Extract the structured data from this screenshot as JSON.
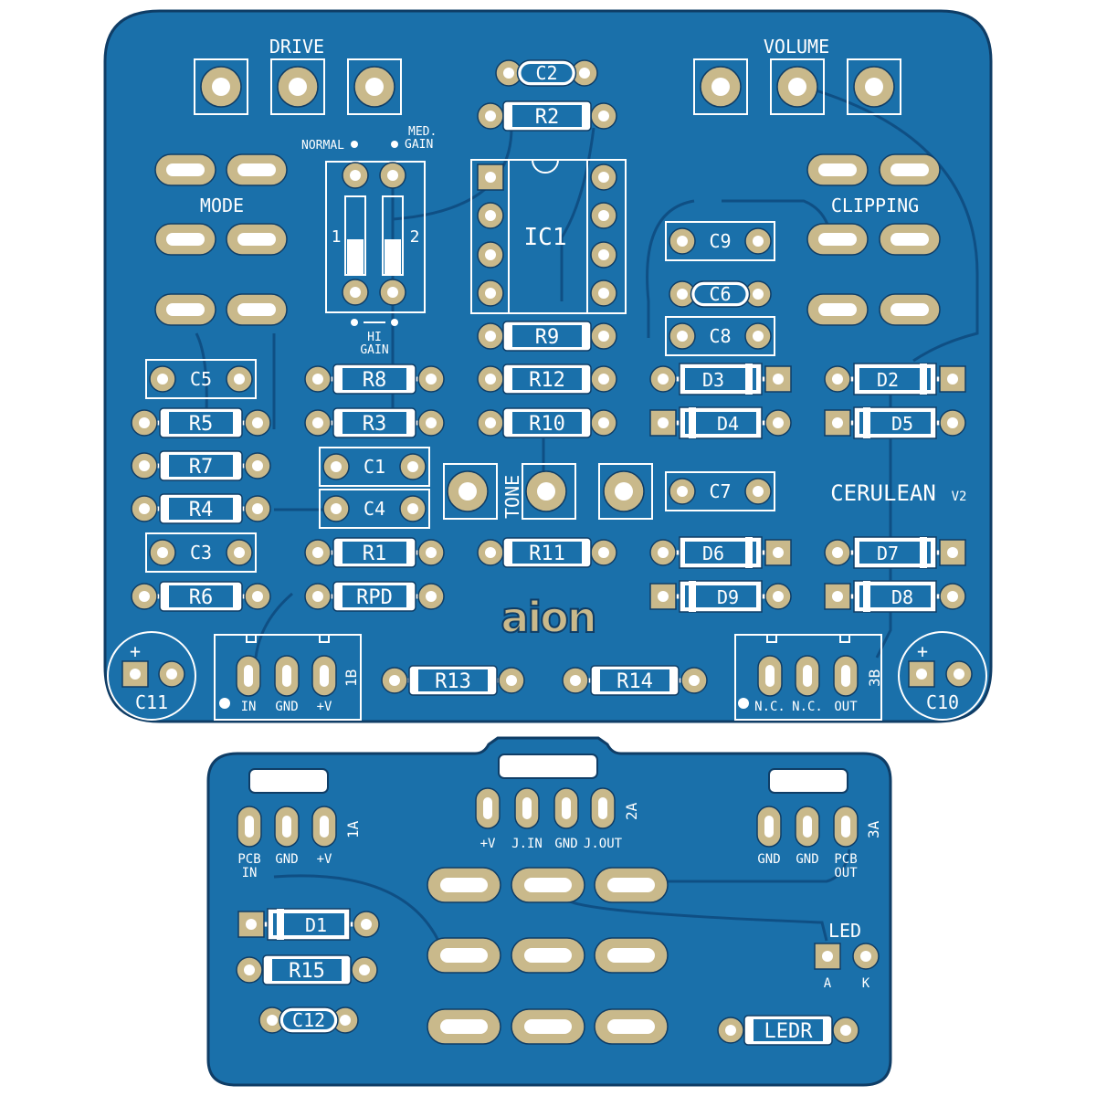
{
  "colors": {
    "board": "#1a70aa",
    "board_edge": "#0f3d66",
    "pad": "#c9b98b",
    "silk": "#ffffff",
    "trace": "#0f4f84",
    "logo": "#c9b98b"
  },
  "labels": {
    "drive": "DRIVE",
    "volume": "VOLUME",
    "tone": "TONE",
    "mode": "MODE",
    "clipping": "CLIPPING",
    "normal": "NORMAL",
    "med_gain": "MED.\nGAIN",
    "hi_gain": "HI\nGAIN",
    "switch_1": "1",
    "switch_2": "2",
    "ic1": "IC1",
    "title": "CERULEAN",
    "version": "V2",
    "logo": "aion",
    "led": "LED",
    "anode": "A",
    "cathode": "K",
    "plus": "+"
  },
  "parts": {
    "resistors": [
      "R1",
      "R2",
      "R3",
      "R4",
      "R5",
      "R6",
      "R7",
      "R8",
      "R9",
      "R10",
      "R11",
      "R12",
      "R13",
      "R14",
      "R15",
      "RPD",
      "LEDR"
    ],
    "capacitors": [
      "C1",
      "C2",
      "C3",
      "C4",
      "C5",
      "C6",
      "C7",
      "C8",
      "C9",
      "C10",
      "C11",
      "C12"
    ],
    "diodes": [
      "D1",
      "D2",
      "D3",
      "D4",
      "D5",
      "D6",
      "D7",
      "D8",
      "D9"
    ]
  },
  "connectors": {
    "1B": {
      "name": "1B",
      "pins": [
        "IN",
        "GND",
        "+V"
      ]
    },
    "3B": {
      "name": "3B",
      "pins": [
        "N.C.",
        "N.C.",
        "OUT"
      ]
    },
    "1A": {
      "name": "1A",
      "pins": [
        "PCB\nIN",
        "GND",
        "+V"
      ]
    },
    "2A": {
      "name": "2A",
      "pins": [
        "+V",
        "J.IN",
        "GND",
        "J.OUT"
      ]
    },
    "3A": {
      "name": "3A",
      "pins": [
        "GND",
        "GND",
        "PCB\nOUT"
      ]
    }
  }
}
